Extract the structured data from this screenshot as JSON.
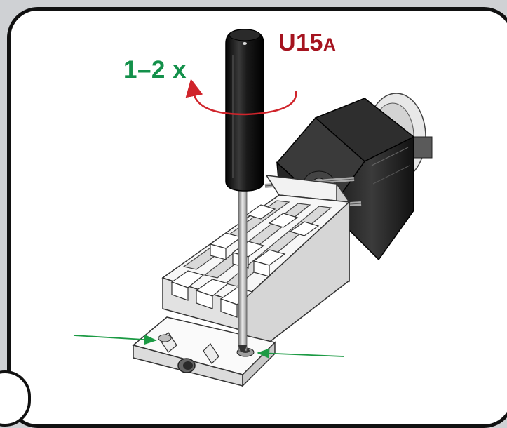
{
  "part_label": {
    "code": "U15",
    "suffix": "A"
  },
  "turns_label": "1–2 x",
  "colors": {
    "part_label": "#a5131f",
    "turns_label": "#13904a",
    "rotation_arrow": "#d0242b",
    "indicator_arrows": "#1c9a44",
    "screwdriver_handle": "#141414",
    "frame_border": "#111111",
    "background": "#cfd1d4"
  },
  "icons": {
    "rotation": "circular-arrow-icon",
    "indicators": "arrow-icon"
  }
}
